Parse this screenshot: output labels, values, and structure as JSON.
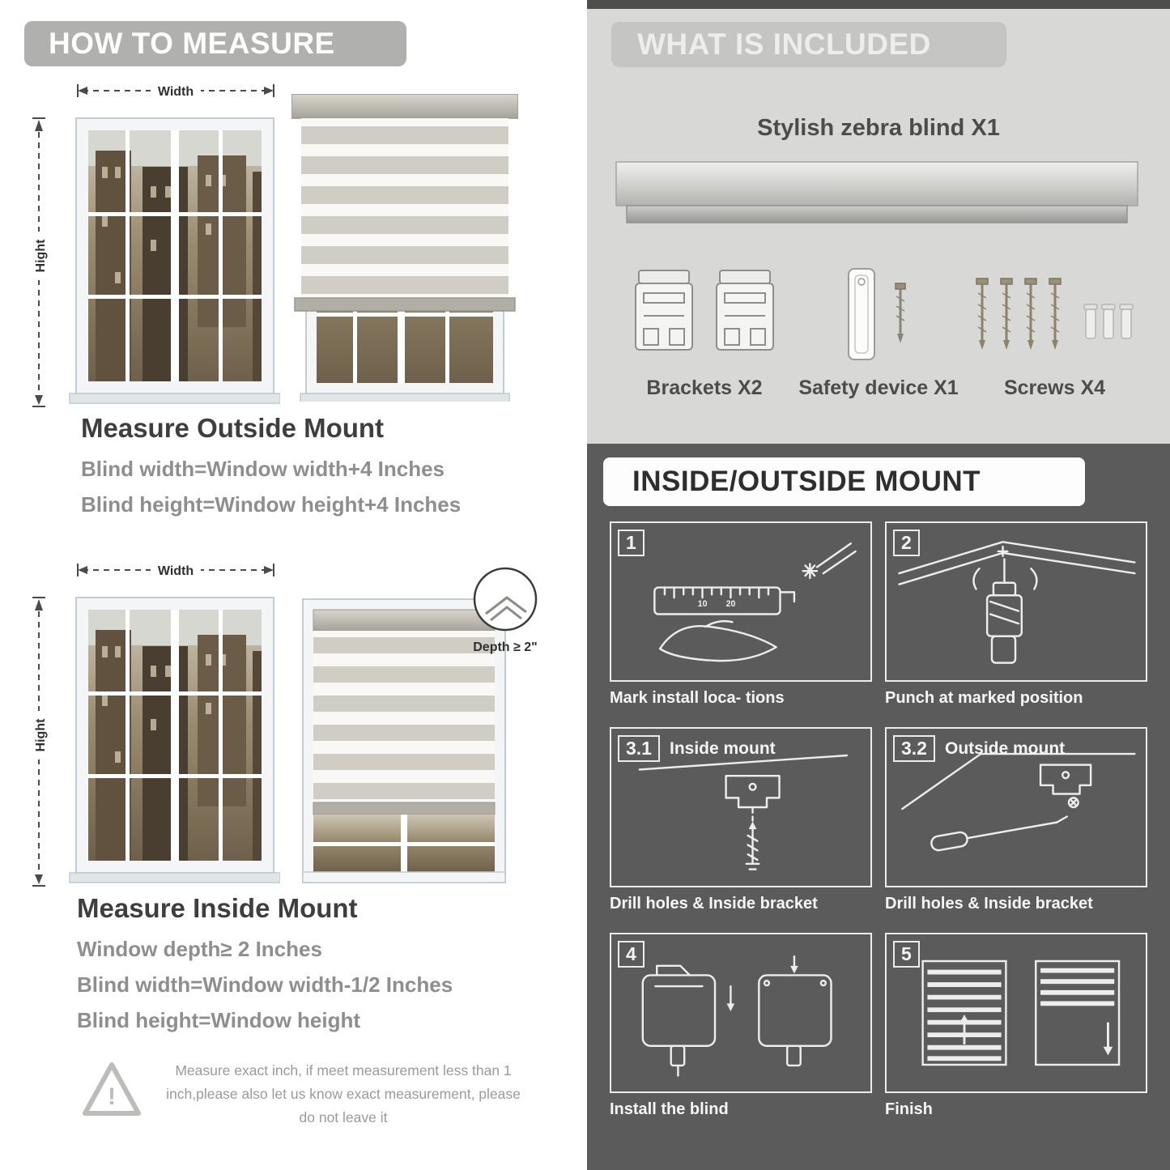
{
  "left": {
    "banner": "HOW TO MEASURE",
    "outside": {
      "width_label": "Width",
      "height_label": "Hight",
      "title": "Measure Outside Mount",
      "formulas": [
        "Blind width=Window width+4 Inches",
        "Blind height=Window height+4 Inches"
      ]
    },
    "inside": {
      "width_label": "Width",
      "height_label": "Hight",
      "depth_note": "Depth ≥ 2\"",
      "title": "Measure Inside Mount",
      "formulas": [
        "Window depth≥ 2 Inches",
        "Blind width=Window width-1/2 Inches",
        "Blind height=Window height"
      ]
    },
    "warning": {
      "icon": "!",
      "text": "Measure exact inch, if meet measurement less than 1 inch,please also let us know exact measurement, please do not leave it"
    }
  },
  "included": {
    "banner": "WHAT IS INCLUDED",
    "product": "Stylish zebra blind X1",
    "items": [
      "Brackets X2",
      "Safety device X1",
      "Screws X4"
    ]
  },
  "mount": {
    "banner": "INSIDE/OUTSIDE MOUNT",
    "ruler_marks": [
      "10",
      "20"
    ],
    "steps": [
      {
        "num": "1",
        "sub": "",
        "caption": "Mark install loca- tions"
      },
      {
        "num": "2",
        "sub": "",
        "caption": "Punch at  marked position"
      },
      {
        "num": "3.1",
        "sub": "Inside mount",
        "caption": "Drill holes &  Inside bracket"
      },
      {
        "num": "3.2",
        "sub": "Outside mount",
        "caption": "Drill holes &  Inside bracket"
      },
      {
        "num": "4",
        "sub": "",
        "caption": "Install the blind"
      },
      {
        "num": "5",
        "sub": "",
        "caption": "Finish"
      }
    ]
  },
  "colors": {
    "banner_gray": "#b0b0ae",
    "panel_light": "#d8d8d6",
    "panel_dark": "#5b5b5b",
    "heading_dark": "#3e3e3e",
    "formula_gray": "#8e8e8e",
    "stripe_gray": "#d0cdc4",
    "stripe_white": "#f9f8f4"
  }
}
